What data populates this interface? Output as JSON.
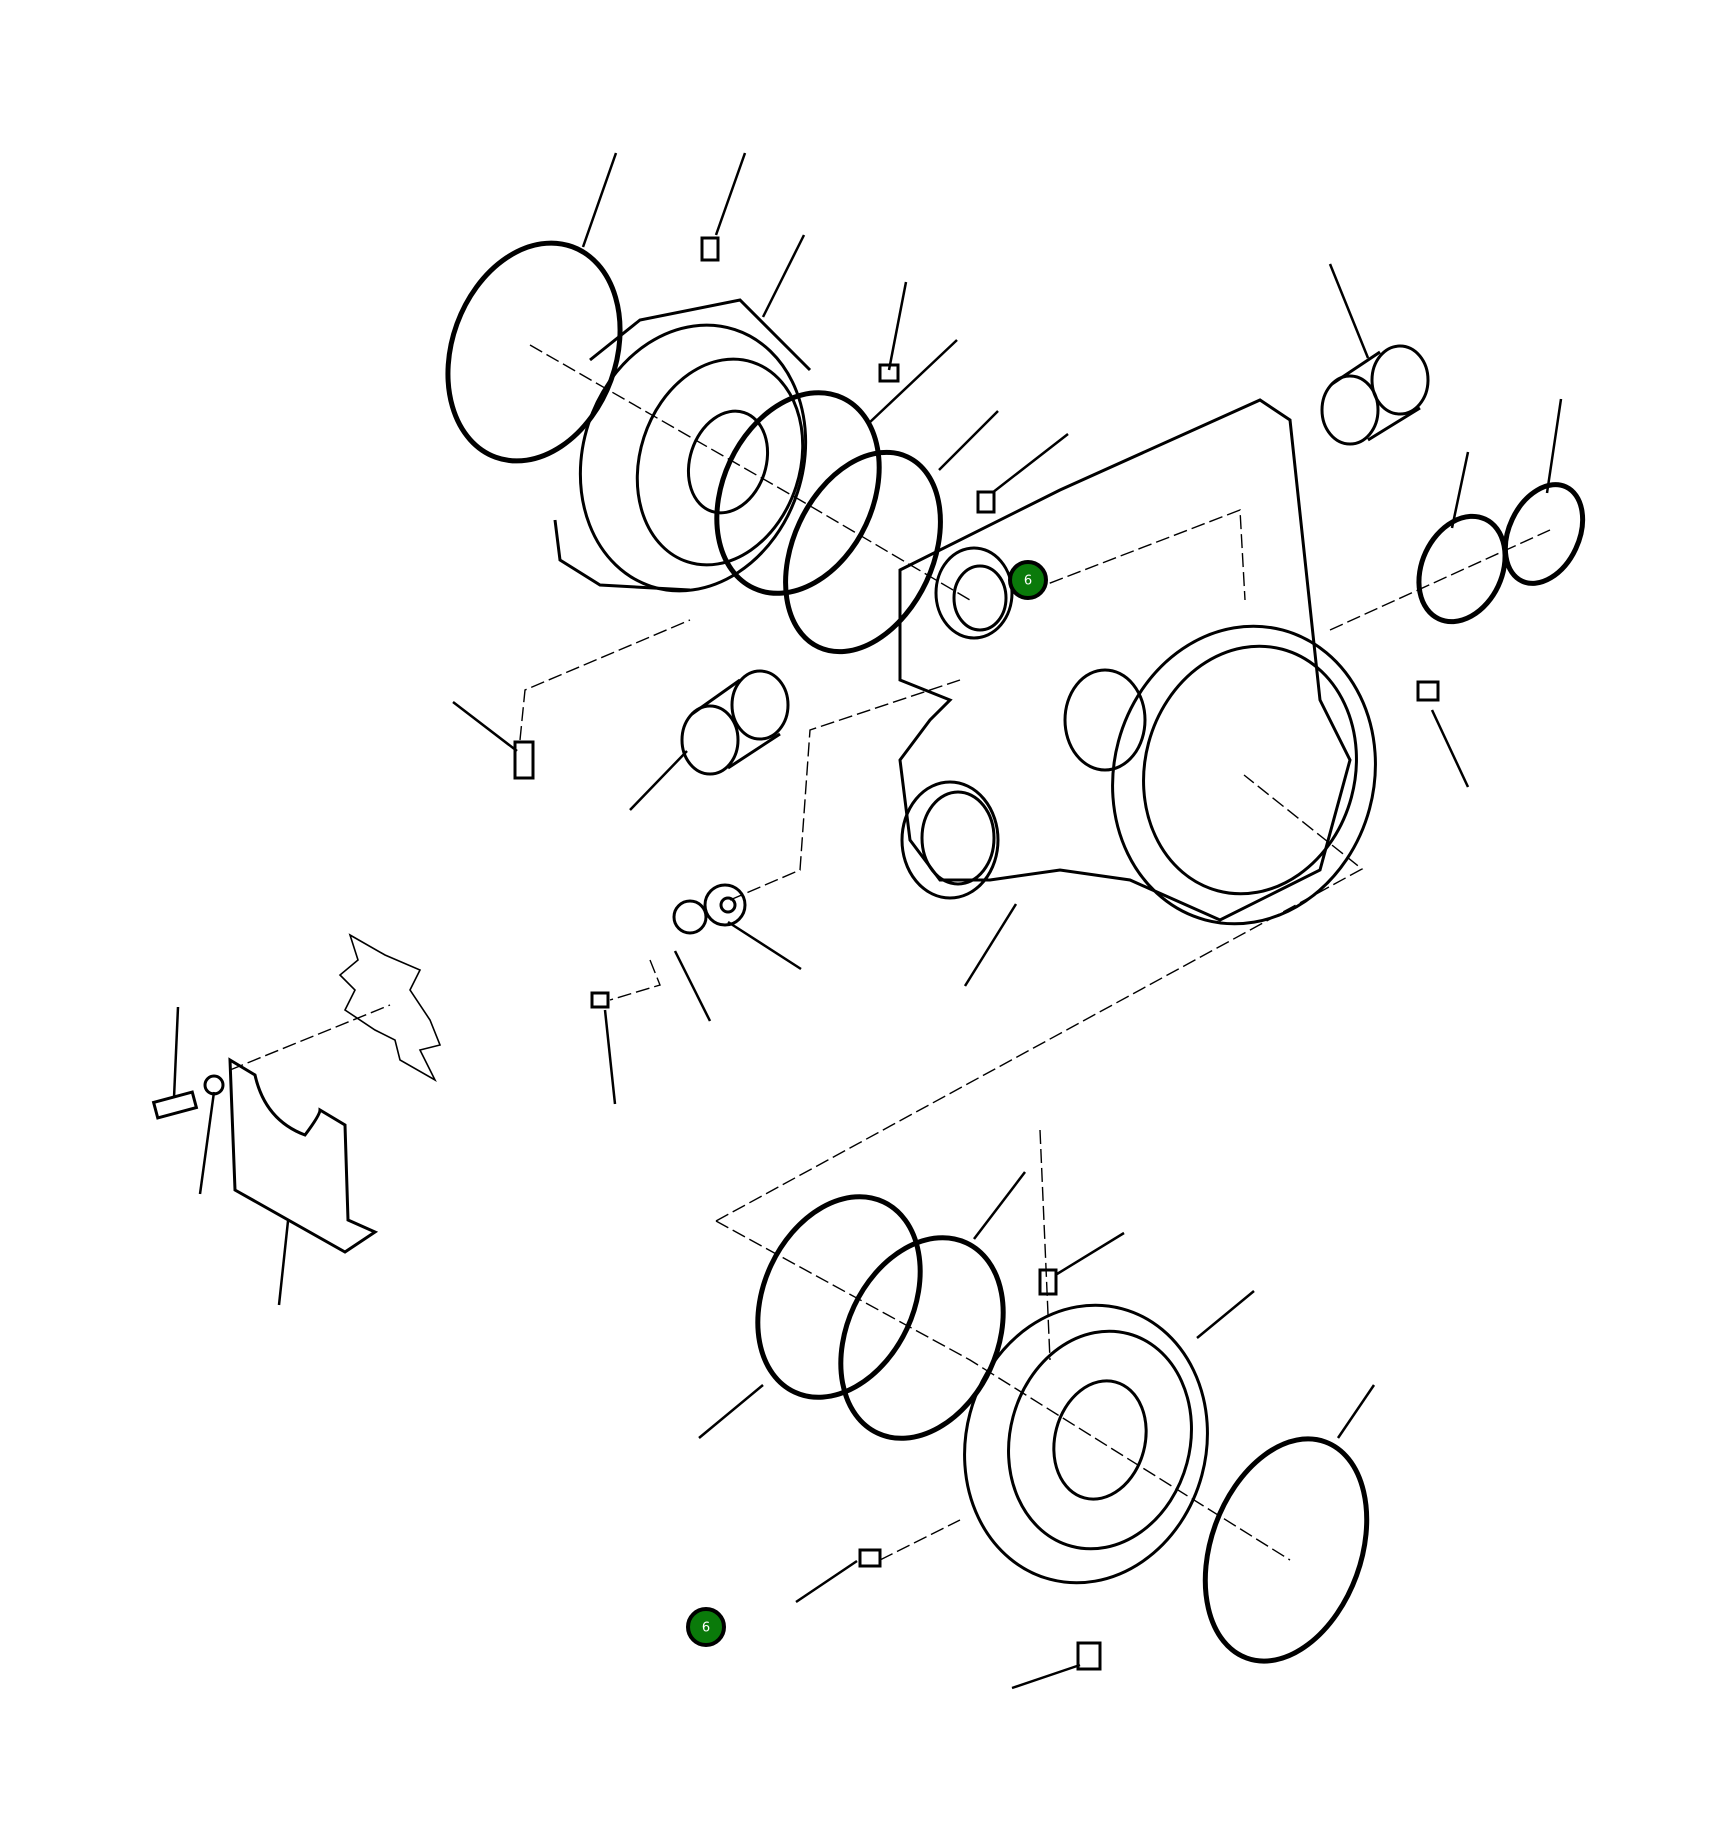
{
  "diagram": {
    "type": "exploded-parts-diagram",
    "callouts": [
      {
        "label": "6",
        "color": "#0a7a0a"
      },
      {
        "label": "6",
        "color": "#0a7a0a"
      }
    ]
  }
}
